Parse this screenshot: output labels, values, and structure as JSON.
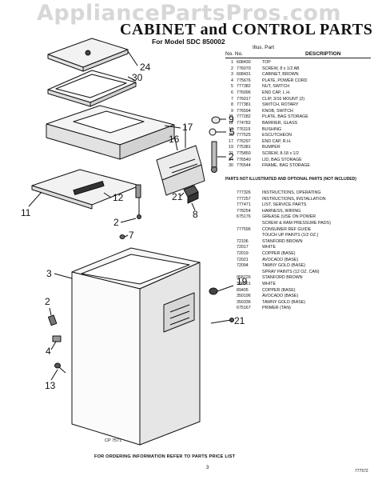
{
  "watermark": "AppliancePartsPros.com",
  "title": "CABINET and CONTROL PARTS",
  "subtitle": "For Model SDC 850002",
  "parts_header": {
    "illus": "Illus. Part",
    "no": "No.   No.",
    "description": "DESCRIPTION"
  },
  "parts": [
    {
      "item": "1",
      "part": "608430",
      "desc": "TOP"
    },
    {
      "item": "2",
      "part": "776070",
      "desc": "SCREW, 8 x 1/2 AB"
    },
    {
      "item": "3",
      "part": "608431",
      "desc": "CABINET, BROWN"
    },
    {
      "item": "4",
      "part": "775676",
      "desc": "PLATE, POWER CORD"
    },
    {
      "item": "5",
      "part": "777382",
      "desc": "NUT, SWITCH"
    },
    {
      "item": "6",
      "part": "776096",
      "desc": "END CAP, L.H."
    },
    {
      "item": "7",
      "part": "776017",
      "desc": "CLIP, 3/16 MOUNT (2)"
    },
    {
      "item": "8",
      "part": "777381",
      "desc": "SWITCH, ROTARY"
    },
    {
      "item": "9",
      "part": "776594",
      "desc": "KNOB, SWITCH"
    },
    {
      "item": "11",
      "part": "777282",
      "desc": "PLATE, BAG STORAGE"
    },
    {
      "item": "12",
      "part": "774782",
      "desc": "BARRIER, GLASS"
    },
    {
      "item": "13",
      "part": "776119",
      "desc": "BUSHING"
    },
    {
      "item": "16",
      "part": "777525",
      "desc": "ESCUTCHEON"
    },
    {
      "item": "17",
      "part": "776297",
      "desc": "END CAP, R.H."
    },
    {
      "item": "19",
      "part": "775381",
      "desc": "BUMPER"
    },
    {
      "item": "21",
      "part": "775850",
      "desc": "SCREW, 8-18 x 1/2"
    },
    {
      "item": "24",
      "part": "776540",
      "desc": "LID, BAG STORAGE"
    },
    {
      "item": "30",
      "part": "776544",
      "desc": "FRAME, BAG STORAGE"
    }
  ],
  "not_illustrated_note": "PARTS NOT ILLUSTRATED AND OPTIONAL PARTS (NOT INCLUDED)",
  "extra_parts": [
    {
      "part": "777326",
      "desc": "INSTRUCTIONS, OPERATING"
    },
    {
      "part": "777257",
      "desc": "INSTRUCTIONS, INSTALLATION"
    },
    {
      "part": "777471",
      "desc": "LIST, SERVICE PARTS"
    },
    {
      "part": "778254",
      "desc": "HARNESS, WIRING"
    },
    {
      "part": "675176",
      "desc": "GREASE (USE ON POWER"
    },
    {
      "part": "",
      "desc": "SCREW & RAM PRESSURE PADS)"
    },
    {
      "part": "777596",
      "desc": "CONSUMER REF GUIDE"
    },
    {
      "part": "",
      "desc": "TOUCH UP PAINTS (1/2 OZ.)"
    },
    {
      "part": "72106",
      "desc": "STANFORD BROWN"
    },
    {
      "part": "72017",
      "desc": "WHITE"
    },
    {
      "part": "72019",
      "desc": "COPPER (BASE)"
    },
    {
      "part": "72021",
      "desc": "AVOCADO (BASE)"
    },
    {
      "part": "72094",
      "desc": "TAWNY GOLD (BASE)"
    },
    {
      "part": "",
      "desc": "SPRAY PAINTS (12 OZ. CAN)"
    },
    {
      "part": "958726",
      "desc": "STANFORD BROWN"
    },
    {
      "part": "398561",
      "desc": "WHITE"
    },
    {
      "part": "89405",
      "desc": "COPPER (BASE)"
    },
    {
      "part": "350196",
      "desc": "AVOCADO (BASE)"
    },
    {
      "part": "350336",
      "desc": "TAWNY GOLD (BASE)"
    },
    {
      "part": "675167",
      "desc": "PRIMER (TAN)"
    }
  ],
  "callouts": {
    "c24": "24",
    "c30": "30",
    "c17": "17",
    "c16": "16",
    "c9": "9",
    "c5": "5",
    "c2a": "2",
    "c12": "12",
    "c11": "11",
    "c21a": "21",
    "c8": "8",
    "c2b": "2",
    "c7": "7",
    "c3": "3",
    "c19": "19",
    "c2c": "2",
    "c4": "4",
    "c21b": "21",
    "c13": "13"
  },
  "order_note": "FOR ORDERING INFORMATION REFER TO PARTS PRICE LIST",
  "page_number": "3",
  "figure_code": "CP 7571",
  "doc_code": "777572"
}
